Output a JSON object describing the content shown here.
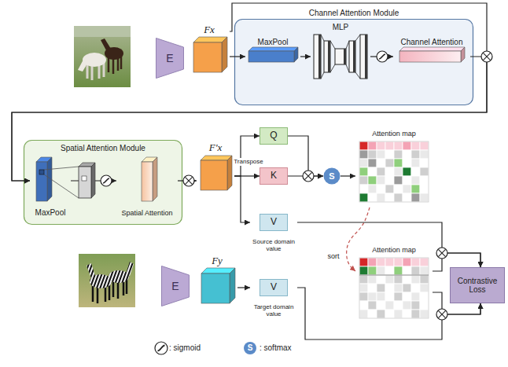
{
  "diagram": {
    "nodes": [
      {
        "text": [
          "E"
        ]
      },
      {
        "text": [
          "Fx"
        ]
      },
      {
        "text": [
          "Channel Attention Module"
        ]
      },
      {
        "text": [
          "MaxPool"
        ],
        "in": 2
      },
      {
        "text": [
          "MLP"
        ],
        "in": 2
      },
      {
        "text": [
          "Channel Attention"
        ],
        "in": 2
      },
      {
        "text": [
          "Spatial Attention Module"
        ]
      },
      {
        "text": [
          "MaxPool"
        ],
        "in": 6
      },
      {
        "text": [
          "Spatial Attention"
        ],
        "in": 6
      },
      {
        "text": [
          "F'x"
        ]
      },
      {
        "text": [
          "Q"
        ]
      },
      {
        "text": [
          "K"
        ]
      },
      {
        "text": [
          "S"
        ]
      },
      {
        "text": [
          "Attention map"
        ]
      },
      {
        "text": [
          "V",
          "Source domain value"
        ]
      },
      {
        "text": [
          "Attention map"
        ]
      },
      {
        "text": [
          "E"
        ]
      },
      {
        "text": [
          "Fy"
        ]
      },
      {
        "text": [
          "V",
          "Target domain value"
        ]
      },
      {
        "text": [
          "Contrastive Loss"
        ]
      }
    ],
    "edges": [
      {
        "from": 1,
        "to": 3,
        "arrow": "to"
      },
      {
        "from": 3,
        "to": 4,
        "arrow": "to"
      },
      {
        "from": 4,
        "to": 5,
        "arrow": "to"
      },
      {
        "from": 1,
        "to": 7,
        "arrow": "to"
      },
      {
        "from": 5,
        "to": 7,
        "arrow": "to"
      },
      {
        "from": 7,
        "to": 8,
        "arrow": "to"
      },
      {
        "from": 8,
        "to": 9,
        "arrow": "to"
      },
      {
        "from": 9,
        "to": 10,
        "arrow": "to"
      },
      {
        "from": 9,
        "to": 11,
        "label": "Transpose",
        "arrow": "to"
      },
      {
        "from": 9,
        "to": 14,
        "arrow": "to"
      },
      {
        "from": 10,
        "to": 12,
        "arrow": "to"
      },
      {
        "from": 11,
        "to": 12,
        "arrow": "to"
      },
      {
        "from": 12,
        "to": 13,
        "arrow": "to"
      },
      {
        "from": 13,
        "to": 15,
        "label": "sort",
        "arrow": "to"
      },
      {
        "from": 14,
        "to": 19,
        "arrow": "to"
      },
      {
        "from": 15,
        "to": 19,
        "arrow": "to"
      },
      {
        "from": 15,
        "to": 19,
        "arrow": "to"
      },
      {
        "from": 18,
        "to": 19,
        "arrow": "to"
      },
      {
        "from": 17,
        "to": 18,
        "arrow": "to"
      }
    ],
    "labels": [
      "S"
    ],
    "legend": [
      {
        "text": ": sigmoid"
      },
      {
        "text": ": softmax"
      }
    ]
  }
}
